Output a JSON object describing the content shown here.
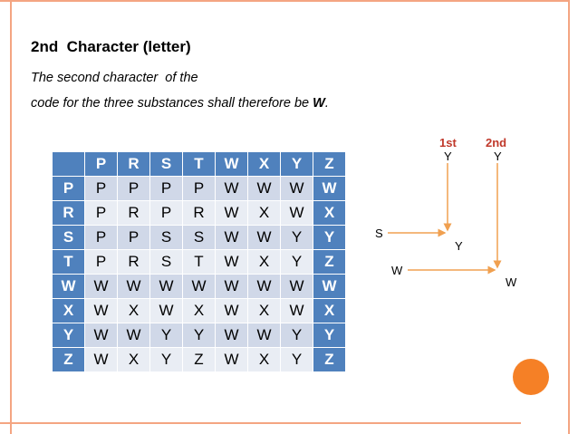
{
  "slide": {
    "heading": "2nd  Character (letter)",
    "body_line_1": "The second character  of the",
    "body_line_2_prefix": "code for the three substances shall therefore be ",
    "body_line_2_emphasis": "W",
    "body_line_2_suffix": "."
  },
  "table": {
    "col_headers": [
      "P",
      "R",
      "S",
      "T",
      "W",
      "X",
      "Y",
      "Z"
    ],
    "rows": [
      {
        "head": "P",
        "cells": [
          "P",
          "P",
          "P",
          "P",
          "W",
          "W",
          "W",
          "W"
        ]
      },
      {
        "head": "R",
        "cells": [
          "P",
          "R",
          "P",
          "R",
          "W",
          "X",
          "W",
          "X"
        ]
      },
      {
        "head": "S",
        "cells": [
          "P",
          "P",
          "S",
          "S",
          "W",
          "W",
          "Y",
          "Y"
        ]
      },
      {
        "head": "T",
        "cells": [
          "P",
          "R",
          "S",
          "T",
          "W",
          "X",
          "Y",
          "Z"
        ]
      },
      {
        "head": "W",
        "cells": [
          "W",
          "W",
          "W",
          "W",
          "W",
          "W",
          "W",
          "W"
        ]
      },
      {
        "head": "X",
        "cells": [
          "W",
          "X",
          "W",
          "X",
          "W",
          "X",
          "W",
          "X"
        ]
      },
      {
        "head": "Y",
        "cells": [
          "W",
          "W",
          "Y",
          "Y",
          "W",
          "W",
          "Y",
          "Y"
        ]
      },
      {
        "head": "Z",
        "cells": [
          "W",
          "X",
          "Y",
          "Z",
          "W",
          "X",
          "Y",
          "Z"
        ]
      }
    ]
  },
  "diagram": {
    "first_label": "1st",
    "second_label": "2nd",
    "first_top_letter": "Y",
    "second_top_letter": "Y",
    "input_s": "S",
    "input_w": "W",
    "result_first": "Y",
    "result_second": "W",
    "colors": {
      "label_red": "#c0392b",
      "arrow_orange": "#f0a050"
    }
  },
  "colors": {
    "frame": "#f4a582",
    "table_header": "#4f81bd",
    "row_light": "#d0d8e8",
    "row_pale": "#e9edf4",
    "accent_circle": "#f58026"
  }
}
